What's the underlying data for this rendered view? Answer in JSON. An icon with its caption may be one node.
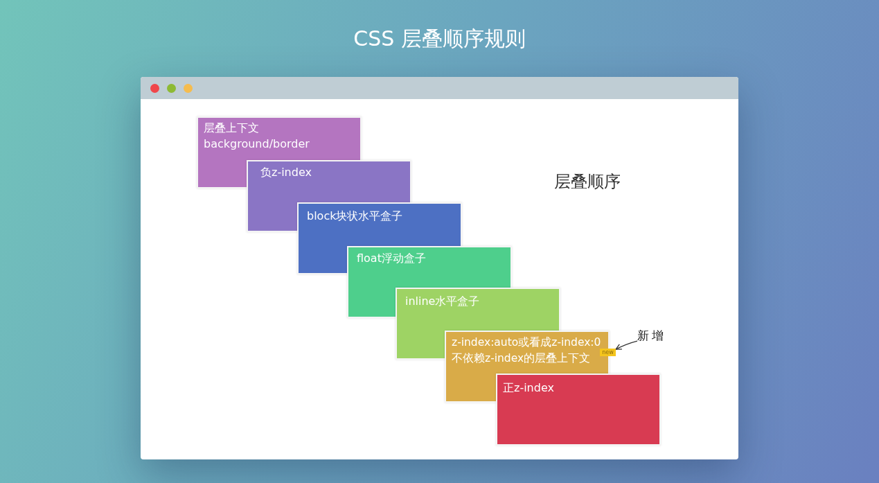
{
  "diagram": {
    "title": "CSS 层叠顺序规则",
    "nodes": [
      {
        "text": [
          "层叠上下文",
          "background/border"
        ]
      },
      {
        "text": [
          "负z-index"
        ]
      },
      {
        "text": [
          "block块状水平盒子"
        ]
      },
      {
        "text": [
          "float浮动盒子"
        ]
      },
      {
        "text": [
          "inline水平盒子"
        ]
      },
      {
        "text": [
          "z-index:auto或看成z-index:0",
          "不依赖z-index的层叠上下文"
        ]
      },
      {
        "text": [
          "new"
        ]
      },
      {
        "text": [
          "正z-index"
        ]
      },
      {
        "text": [
          "新增"
        ]
      }
    ],
    "edges": [
      {
        "from": 8,
        "to": 6,
        "arrow": "to"
      }
    ],
    "labels": [
      "层叠顺序"
    ]
  }
}
